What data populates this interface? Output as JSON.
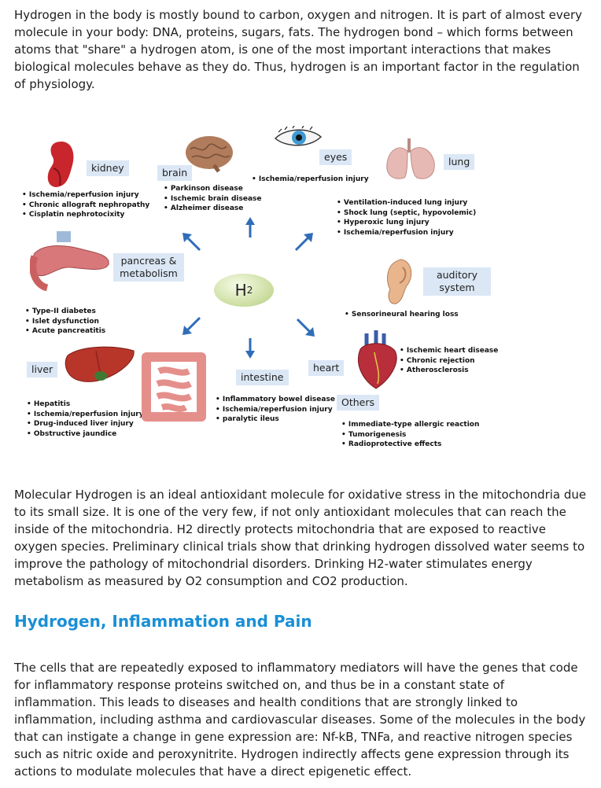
{
  "paragraphs": {
    "intro": "Hydrogen in the body is mostly bound to carbon, oxygen and nitrogen. It is part of almost every molecule in your body: DNA, proteins, sugars, fats. The hydrogen bond – which forms between atoms that \"share\" a hydrogen atom, is one of the most important interactions that makes biological molecules behave as they do. Thus, hydrogen is an important factor in the regulation of physiology.",
    "mitochondria": "Molecular Hydrogen is an ideal antioxidant molecule for oxidative stress in the mitochondria due to its small size. It is one of the very few, if not only antioxidant molecules that can reach the inside of the mitochondria. H2 directly protects mitochondria that are exposed to reactive oxygen species. Preliminary clinical trials show that drinking hydrogen dissolved water seems to improve the pathology of mitochondrial disorders. Drinking H2-water stimulates energy metabolism as measured by O2 consumption and CO2 production.",
    "inflammation": "The cells that are repeatedly exposed to inflammatory mediators will have the genes that code for inflammatory response proteins switched on, and thus be in a constant state of inflammation. This leads to diseases and health conditions that are strongly linked to inflammation, including asthma and cardiovascular diseases. Some of the molecules in the body that can instigate a change in gene expression are: Nf-kB, TNFa, and reactive nitrogen species such as nitric oxide and peroxynitrite. Hydrogen indirectly affects gene expression through its actions to modulate molecules that have a direct epigenetic effect."
  },
  "heading": "Hydrogen, Inflammation and Pain",
  "diagram": {
    "center": {
      "main": "H",
      "sub": "2"
    },
    "organs": {
      "kidney": {
        "label": "kidney",
        "effects": [
          "Ischemia/reperfusion injury",
          "Chronic allograft nephropathy",
          "Cisplatin nephrotocixity"
        ]
      },
      "brain": {
        "label": "brain",
        "effects": [
          "Parkinson disease",
          "Ischemic brain disease",
          "Alzheimer disease"
        ]
      },
      "eyes": {
        "label": "eyes",
        "effects": [
          "Ischemia/reperfusion injury"
        ]
      },
      "lung": {
        "label": "lung",
        "effects": [
          "Ventilation-induced lung injury",
          "Shock lung (septic, hypovolemic)",
          "Hyperoxic lung injury",
          "Ischemia/reperfusion injury"
        ]
      },
      "pancreas": {
        "label": "pancreas & metabolism",
        "effects": [
          "Type-II diabetes",
          "Islet dysfunction",
          "Acute pancreatitis"
        ]
      },
      "auditory": {
        "label": "auditory system",
        "effects": [
          "Sensorineural hearing loss"
        ]
      },
      "liver": {
        "label": "liver",
        "effects": [
          "Hepatitis",
          "Ischemia/reperfusion injury",
          "Drug-induced liver injury",
          "Obstructive jaundice"
        ]
      },
      "intestine": {
        "label": "intestine",
        "effects": [
          "Inflammatory bowel disease",
          "Ischemia/reperfusion injury",
          "paralytic ileus"
        ]
      },
      "heart": {
        "label": "heart",
        "effects": [
          "Ischemic heart disease",
          "Chronic rejection",
          "Atherosclerosis"
        ]
      },
      "others": {
        "label": "Others",
        "effects": [
          "Immediate-type allergic reaction",
          "Tumorigenesis",
          "Radioprotective effects"
        ]
      }
    },
    "colors": {
      "arrow": "#2f6db8",
      "label_bg": "#dbe7f5",
      "organ_red": "#c8252c",
      "brain": "#b07c5c",
      "lung": "#e7b9b4",
      "ear": "#e9b58c",
      "intestine": "#e58f8b",
      "pancreas": "#d8787a",
      "liver": "#b8352a"
    }
  }
}
